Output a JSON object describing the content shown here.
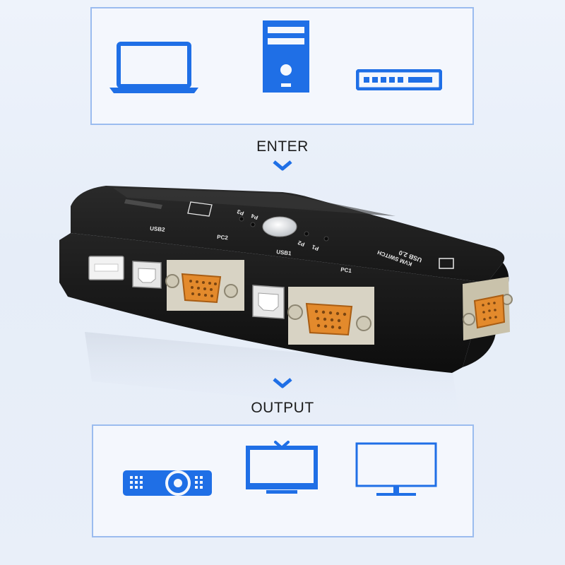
{
  "labels": {
    "enter": "ENTER",
    "output": "OUTPUT"
  },
  "device": {
    "usb2": "USB2",
    "pc2": "PC2",
    "usb1": "USB1",
    "pc1": "PC1",
    "usb_2_0": "USB 2.0",
    "kvm_switch": "KVM SWITCH",
    "led_p1": "P1",
    "led_p2": "P2",
    "led_p3": "P3",
    "led_p4": "P4"
  },
  "colors": {
    "accent": "#1f6fe6",
    "frame": "#9bbcef",
    "device_body": "#1c1c1c",
    "vga_port": "#e38a2c"
  },
  "icons": {
    "inputs": [
      "laptop-icon",
      "desktop-tower-icon",
      "network-switch-icon"
    ],
    "outputs": [
      "projector-icon",
      "tv-icon",
      "monitor-icon"
    ]
  }
}
